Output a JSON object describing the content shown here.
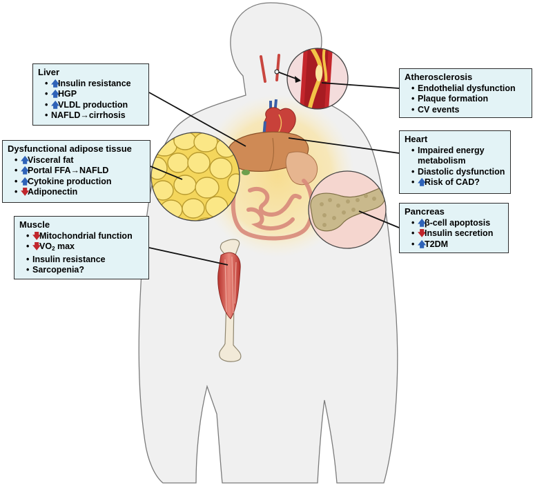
{
  "colors": {
    "up_arrow": "#2f63b8",
    "down_arrow": "#c0262c",
    "box_fill": "#e3f3f6",
    "silhouette": "#f0f0f0",
    "fat": "#f7dc8c",
    "muscle": "#d9564c",
    "liver": "#cf8a55",
    "artery": "#c4262c"
  },
  "boxes": {
    "liver": {
      "title": "Liver",
      "items": [
        {
          "arrow": "up",
          "text": "Insulin resistance"
        },
        {
          "arrow": "up",
          "text": "HGP"
        },
        {
          "arrow": "up",
          "text": "VLDL production"
        },
        {
          "arrow": "",
          "text": "NAFLD→cirrhosis"
        }
      ]
    },
    "adipose": {
      "title": "Dysfunctional adipose tissue",
      "items": [
        {
          "arrow": "up",
          "text": "Visceral fat"
        },
        {
          "arrow": "up",
          "text": "Portal FFA→NAFLD"
        },
        {
          "arrow": "up",
          "text": "Cytokine production"
        },
        {
          "arrow": "down",
          "text": "Adiponectin"
        }
      ]
    },
    "muscle": {
      "title": "Muscle",
      "items": [
        {
          "arrow": "down",
          "text": "Mitochondrial function"
        },
        {
          "arrow": "down",
          "text": "VO",
          "sub": "2",
          "after": " max"
        },
        {
          "arrow": "",
          "text": "Insulin resistance"
        },
        {
          "arrow": "",
          "text": "Sarcopenia?"
        }
      ]
    },
    "atherosclerosis": {
      "title": "Atherosclerosis",
      "items": [
        {
          "arrow": "",
          "text": "Endothelial dysfunction"
        },
        {
          "arrow": "",
          "text": "Plaque formation"
        },
        {
          "arrow": "",
          "text": "CV events"
        }
      ]
    },
    "heart": {
      "title": "Heart",
      "items": [
        {
          "arrow": "",
          "text": "Impaired energy metabolism",
          "wrap": true
        },
        {
          "arrow": "",
          "text": "Diastolic dysfunction"
        },
        {
          "arrow": "up",
          "text": "Risk of CAD?"
        }
      ]
    },
    "pancreas": {
      "title": "Pancreas",
      "items": [
        {
          "arrow": "up",
          "text": "β-cell apoptosis"
        },
        {
          "arrow": "down",
          "text": "Insulin secretion"
        },
        {
          "arrow": "up",
          "text": "T2DM"
        }
      ]
    }
  }
}
